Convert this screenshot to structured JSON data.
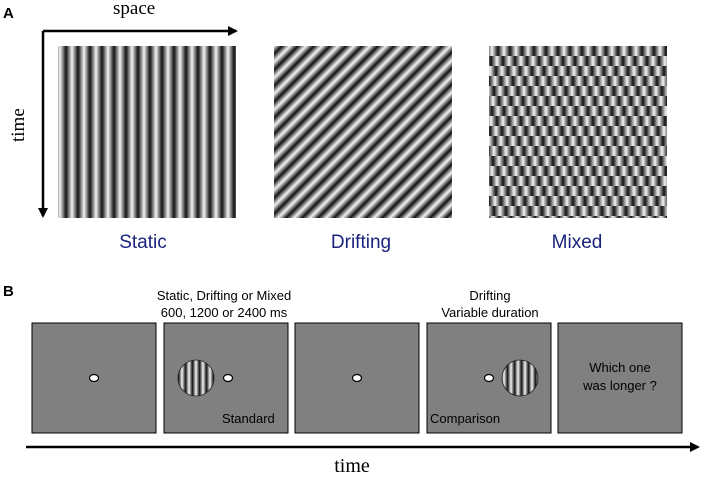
{
  "panel_a": {
    "label": "A",
    "x_axis_label": "space",
    "y_axis_label": "time",
    "conditions": [
      {
        "name": "Static"
      },
      {
        "name": "Drifting"
      },
      {
        "name": "Mixed"
      }
    ]
  },
  "panel_b": {
    "label": "B",
    "standard_caption_line1": "Static, Drifting or Mixed",
    "standard_caption_line2": "600, 1200 or 2400 ms",
    "comparison_caption_line1": "Drifting",
    "comparison_caption_line2": "Variable duration",
    "frames": [
      {
        "kind": "fixation"
      },
      {
        "kind": "stimulus",
        "tag": "Standard"
      },
      {
        "kind": "fixation"
      },
      {
        "kind": "stimulus",
        "tag": "Comparison"
      },
      {
        "kind": "question",
        "line1": "Which one",
        "line2": "was longer ?"
      }
    ],
    "time_label": "time"
  },
  "colors": {
    "frame_gray": "#808080",
    "label_blue": "#1a237e"
  }
}
